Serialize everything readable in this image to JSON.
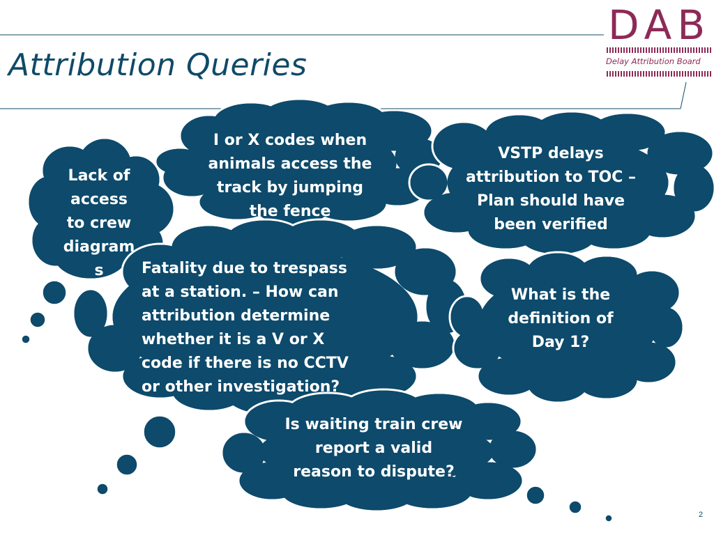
{
  "title": "Attribution Queries",
  "logo": {
    "letters": "DAB",
    "subtitle": "Delay Attribution Board",
    "color": "#8d2a57"
  },
  "colors": {
    "cloud_fill": "#0d4a6b",
    "cloud_stroke": "#ffffff",
    "line": "#0f4a68"
  },
  "clouds": [
    {
      "id": "lack-of-access",
      "text": "Lack of\naccess\nto crew\ndiagram\ns"
    },
    {
      "id": "animals",
      "text": "I or X codes when\nanimals access the\ntrack by jumping\nthe fence"
    },
    {
      "id": "vstp",
      "text": "VSTP delays\nattribution to TOC –\nPlan should have\nbeen verified"
    },
    {
      "id": "fatality",
      "text": "Fatality due to trespass\nat a station. – How can\nattribution determine\nwhether it is a V or X\ncode if there is no CCTV\nor other investigation?"
    },
    {
      "id": "day1",
      "text": "What is the\ndefinition of\nDay 1?"
    },
    {
      "id": "train-crew",
      "text": "Is waiting train crew\nreport a valid\nreason to dispute?"
    }
  ],
  "page_number": "2"
}
